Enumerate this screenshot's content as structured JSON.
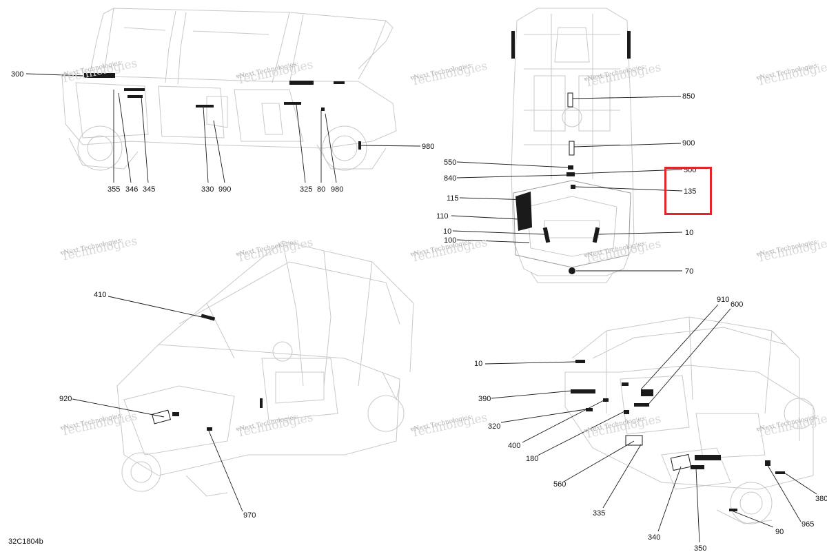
{
  "reference_code": "32C1804b",
  "watermark": {
    "line1": "vNext Technologies",
    "line2": "Technologies"
  },
  "highlight": {
    "color": "#e0262b",
    "target_callout": "135"
  },
  "views": [
    {
      "id": "side-view",
      "callouts": [
        "300",
        "355",
        "346",
        "345",
        "330",
        "990",
        "325",
        "80",
        "980",
        "980"
      ]
    },
    {
      "id": "top-view",
      "callouts": [
        "850",
        "900",
        "550",
        "500",
        "840",
        "135",
        "115",
        "110",
        "10",
        "100",
        "10",
        "70"
      ]
    },
    {
      "id": "front-three-quarter-view",
      "callouts": [
        "410",
        "920",
        "970"
      ]
    },
    {
      "id": "rear-three-quarter-view",
      "callouts": [
        "910",
        "600",
        "10",
        "390",
        "320",
        "400",
        "180",
        "560",
        "335",
        "340",
        "350",
        "90",
        "965",
        "380"
      ]
    }
  ]
}
